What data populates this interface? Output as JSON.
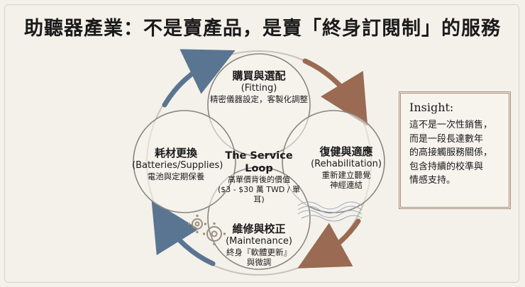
{
  "title": "助聽器產業：不是賣產品，是賣「終身訂閱制」的服務",
  "fitting": {
    "head": "購買與選配",
    "en": "(Fitting)",
    "desc": "精密儀器設定，客製化調整"
  },
  "rehab": {
    "head": "復健與適應",
    "en": "(Rehabilitation)",
    "desc_1": "重新建立聽覺",
    "desc_2": "神經連結"
  },
  "maintenance": {
    "head": "維修與校正",
    "en": "(Maintenance)",
    "desc_1": "終身『軟體更新』",
    "desc_2": "與微調"
  },
  "supplies": {
    "head": "耗材更換",
    "en": "(Batteries/Supplies)",
    "desc": "電池與定期保養"
  },
  "center": {
    "head": "The Service Loop",
    "desc_1": "高單價背後的價值",
    "desc_2": "($3 - $30 萬 TWD / 單耳)"
  },
  "insight": {
    "title": "Insight:",
    "lines": [
      "這不是一次性銷售，",
      "而是一段長達數年",
      "的高接觸服務關係，",
      "包含持續的校準與",
      "情感支持。"
    ]
  },
  "colors": {
    "arrow_blue": "#5a7592",
    "arrow_brown": "#9a6a52",
    "circle_stroke": "#8a8580",
    "frame": "#a88a75"
  },
  "icons": [
    "gear-icon",
    "sound-wave-icon"
  ]
}
